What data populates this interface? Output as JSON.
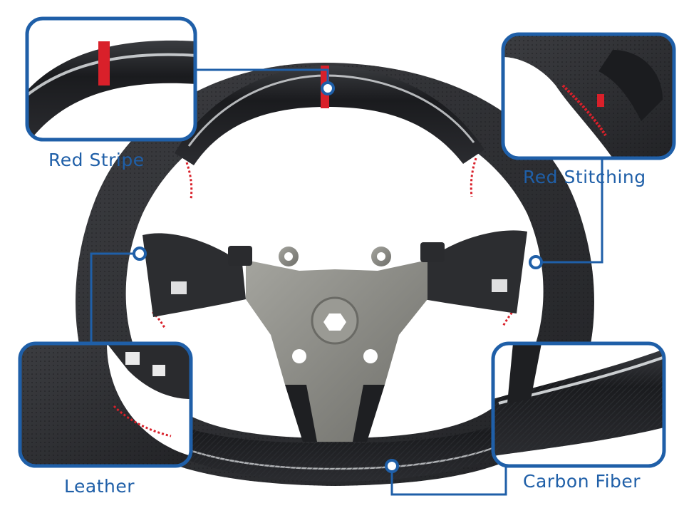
{
  "callouts": {
    "red_stripe": "Red Stripe",
    "red_stitching": "Red Stitching",
    "leather": "Leather",
    "carbon_fiber": "Carbon Fiber"
  },
  "colors": {
    "callout_blue": "#1f5fa8",
    "accent_red": "#d9202a",
    "carbon_dark": "#1c1d20",
    "leather_dark": "#2a2b2e",
    "frame_metal": "#8a8a86",
    "background": "#ffffff"
  }
}
